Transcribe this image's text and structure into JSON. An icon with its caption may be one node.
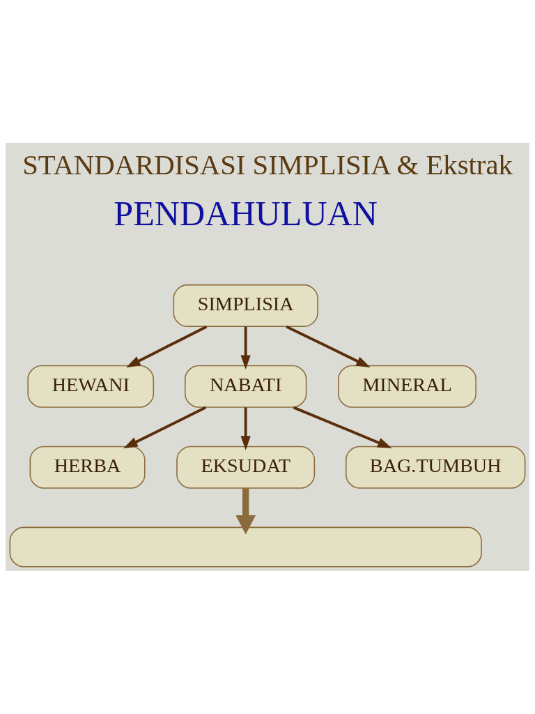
{
  "diagram": {
    "title": "STANDARDISASI SIMPLISIA & Ekstrak",
    "nodes": [
      {
        "text": [
          "SIMPLISIA"
        ]
      },
      {
        "text": [
          "HEWANI"
        ]
      },
      {
        "text": [
          "NABATI"
        ]
      },
      {
        "text": [
          "MINERAL"
        ]
      },
      {
        "text": [
          "HERBA"
        ]
      },
      {
        "text": [
          "EKSUDAT"
        ]
      },
      {
        "text": [
          "BAG.TUMBUH"
        ]
      },
      {
        "text": [],
        "shape": "box"
      }
    ],
    "edges": [
      {
        "from": 0,
        "to": 1,
        "arrow": "to"
      },
      {
        "from": 0,
        "to": 2,
        "arrow": "to"
      },
      {
        "from": 0,
        "to": 3,
        "arrow": "to"
      },
      {
        "from": 2,
        "to": 4,
        "arrow": "to"
      },
      {
        "from": 2,
        "to": 5,
        "arrow": "to"
      },
      {
        "from": 2,
        "to": 6,
        "arrow": "to"
      },
      {
        "from": 5,
        "to": 7,
        "arrow": "to",
        "style": "thick",
        "color": "#8b6b3d"
      }
    ],
    "labels": [
      "PENDAHULUAN"
    ]
  }
}
